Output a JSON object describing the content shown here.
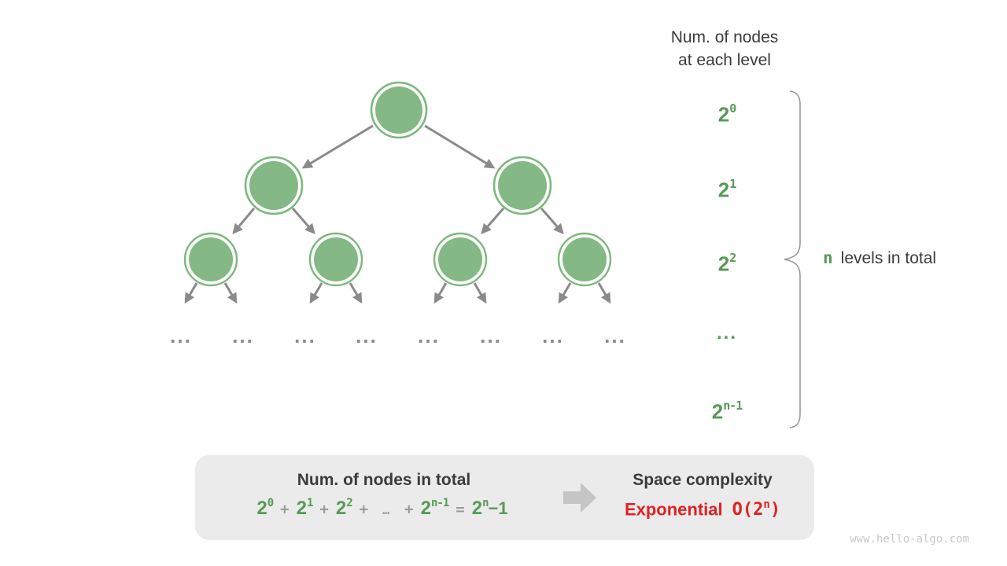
{
  "header": {
    "title_line1": "Num. of nodes",
    "title_line2": "at each level"
  },
  "level_labels": [
    {
      "base": "2",
      "sup": "0"
    },
    {
      "base": "2",
      "sup": "1"
    },
    {
      "base": "2",
      "sup": "2"
    },
    {
      "dots": "..."
    },
    {
      "base": "2",
      "sup": "n-1"
    }
  ],
  "brace_label": {
    "n": "n",
    "text": "levels in total"
  },
  "tree_dots": [
    "...",
    "...",
    "...",
    "...",
    "...",
    "...",
    "...",
    "..."
  ],
  "summary": {
    "left_title": "Num. of nodes in total",
    "formula_tokens": [
      {
        "base": "2",
        "sup": "0"
      },
      {
        "op": "+"
      },
      {
        "base": "2",
        "sup": "1"
      },
      {
        "op": "+"
      },
      {
        "base": "2",
        "sup": "2"
      },
      {
        "op": "+"
      },
      {
        "op": "…"
      },
      {
        "op": "+"
      },
      {
        "base": "2",
        "sup": "n-1"
      },
      {
        "op": "="
      },
      {
        "base": "2",
        "sup": "n",
        "tail": "−1"
      }
    ],
    "right_title": "Space complexity",
    "complexity_name": "Exponential",
    "complexity_o_open": "O(2",
    "complexity_o_sup": "n",
    "complexity_o_close": ")"
  },
  "watermark": "www.hello-algo.com",
  "colors": {
    "node_green_fill": "#84b884",
    "node_green_ring": "#7cb87c",
    "green_text": "#569a56",
    "edge_gray": "#8a8a8a",
    "dark_text": "#3b3b3b",
    "operator_gray": "#9b9b9b",
    "red_text": "#e02222",
    "summary_box_bg": "#ebebeb",
    "big_arrow_gray": "#c5c5c5",
    "watermark_gray": "#c9c9c9"
  }
}
